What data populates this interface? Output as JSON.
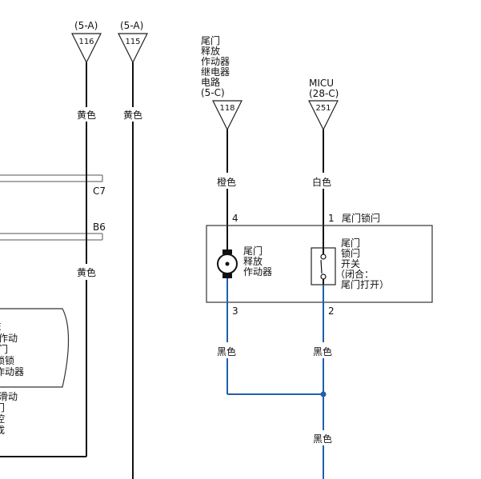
{
  "connectors": {
    "c116": {
      "ref": "(5-A)",
      "num": "116"
    },
    "c115": {
      "ref": "(5-A)",
      "num": "115"
    },
    "c118": {
      "ref": "(5-C)",
      "num": "118",
      "desc": [
        "尾门",
        "释放",
        "作动器",
        "继电器",
        "电路"
      ]
    },
    "c251": {
      "ref": "(28-C)",
      "num": "251",
      "desc": [
        "MICU"
      ]
    }
  },
  "wires": {
    "w116_top": "黄色",
    "w115_top": "黄色",
    "w118": "橙色",
    "w251": "白色",
    "w116_mid": "黄色",
    "w_pin3": "黑色",
    "w_pin2": "黑色",
    "w_ground": "黑色"
  },
  "connector_labels": {
    "c7": "C7",
    "b6": "B6"
  },
  "pins": {
    "p4": "4",
    "p1": "1",
    "p3": "3",
    "p2": "2"
  },
  "pin1_label": "尾门锁闩",
  "actuator": {
    "lines": [
      "尾门",
      "释放",
      "作动器"
    ]
  },
  "switch": {
    "lines": [
      "尾门",
      "锁闩",
      "开关",
      "（闭合：",
      "尾门打开）"
    ]
  },
  "left_module": {
    "lines": [
      "E",
      "作动",
      "门",
      "锁锁",
      "作动器"
    ],
    "lower_lines": [
      "滑动",
      "门",
      "控",
      "成"
    ]
  },
  "colors": {
    "wire": "#111111",
    "ground_wire": "#1f5fae",
    "box": "#333333"
  }
}
